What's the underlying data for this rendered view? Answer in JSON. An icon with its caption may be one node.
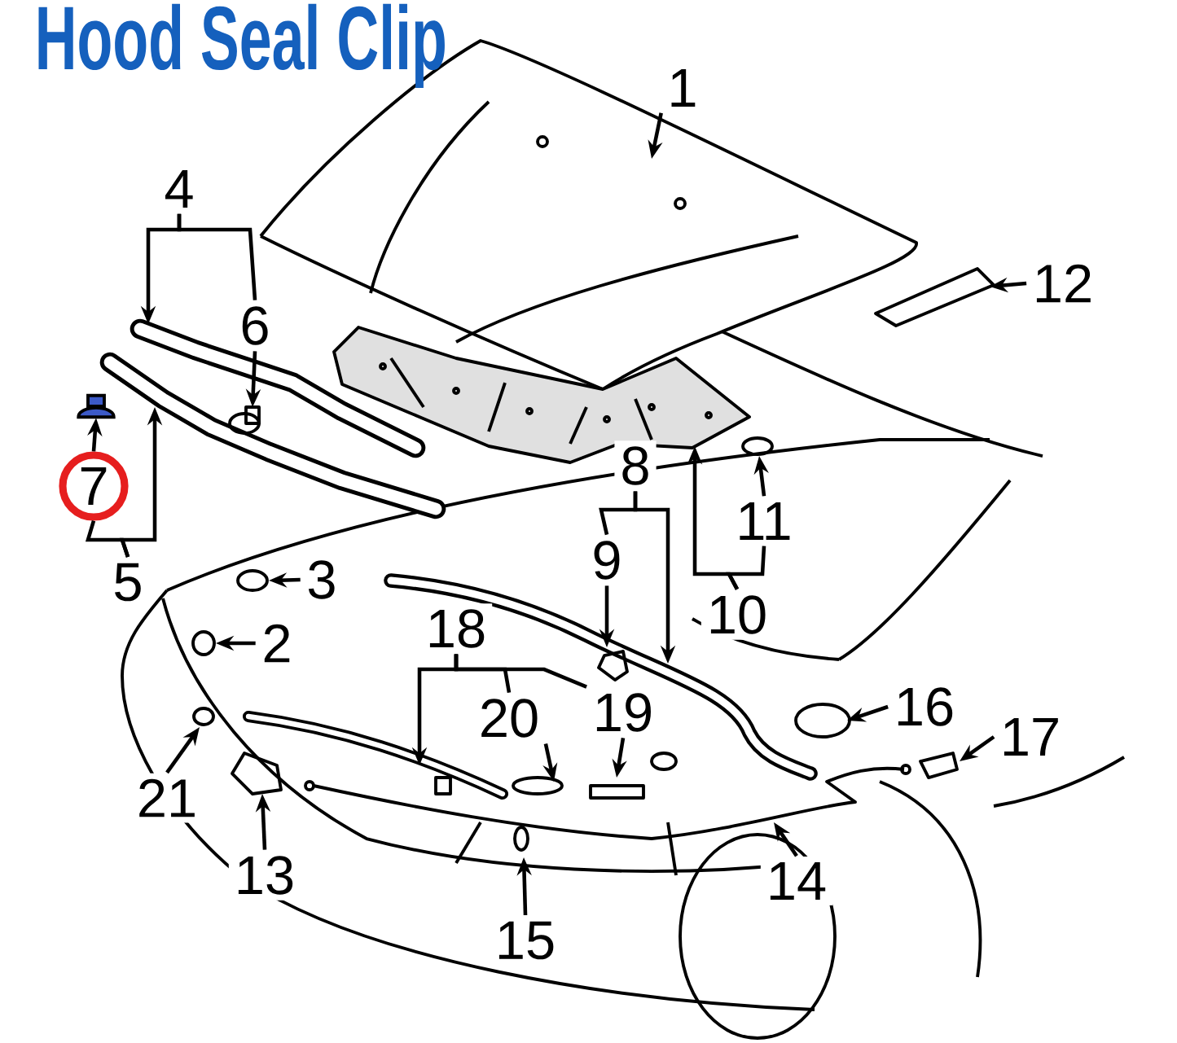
{
  "diagram": {
    "title": "Hood Seal Clip",
    "nodes": [
      {
        "text": [
          "1"
        ]
      },
      {
        "text": [
          "4"
        ]
      },
      {
        "text": [
          "12"
        ]
      },
      {
        "text": [
          "6"
        ]
      },
      {
        "text": [
          "8"
        ]
      },
      {
        "text": [
          "7"
        ]
      },
      {
        "text": [
          "11"
        ]
      },
      {
        "text": [
          "9"
        ]
      },
      {
        "text": [
          "3"
        ]
      },
      {
        "text": [
          "5"
        ]
      },
      {
        "text": [
          "10"
        ]
      },
      {
        "text": [
          "18"
        ]
      },
      {
        "text": [
          "2"
        ]
      },
      {
        "text": [
          "16"
        ]
      },
      {
        "text": [
          "19"
        ]
      },
      {
        "text": [
          "20"
        ]
      },
      {
        "text": [
          "17"
        ]
      },
      {
        "text": [
          "21"
        ]
      },
      {
        "text": [
          "13"
        ]
      },
      {
        "text": [
          "14"
        ]
      },
      {
        "text": [
          "15"
        ]
      },
      {
        "text": [],
        "shape": "picture"
      }
    ],
    "edges": [
      {
        "from": 0,
        "to": null,
        "arrow": "to"
      },
      {
        "from": 1,
        "to": null,
        "arrow": "to"
      },
      {
        "from": 1,
        "to": 3,
        "arrow": "none"
      },
      {
        "from": 2,
        "to": null,
        "arrow": "to"
      },
      {
        "from": 3,
        "to": null,
        "arrow": "to"
      },
      {
        "from": 4,
        "to": null,
        "arrow": "to"
      },
      {
        "from": 4,
        "to": 7,
        "arrow": "none"
      },
      {
        "from": 5,
        "to": 21,
        "arrow": "to"
      },
      {
        "from": 6,
        "to": null,
        "arrow": "to"
      },
      {
        "from": 7,
        "to": null,
        "arrow": "to"
      },
      {
        "from": 8,
        "to": null,
        "arrow": "to"
      },
      {
        "from": 9,
        "to": null,
        "arrow": "to"
      },
      {
        "from": 9,
        "to": 5,
        "arrow": "none"
      },
      {
        "from": 10,
        "to": null,
        "arrow": "to"
      },
      {
        "from": 10,
        "to": 6,
        "arrow": "none"
      },
      {
        "from": 11,
        "to": null,
        "arrow": "to"
      },
      {
        "from": 11,
        "to": 15,
        "arrow": "none"
      },
      {
        "from": 11,
        "to": 14,
        "arrow": "none"
      },
      {
        "from": 12,
        "to": null,
        "arrow": "to"
      },
      {
        "from": 13,
        "to": null,
        "arrow": "to"
      },
      {
        "from": 14,
        "to": null,
        "arrow": "to"
      },
      {
        "from": 15,
        "to": null,
        "arrow": "to"
      },
      {
        "from": 16,
        "to": null,
        "arrow": "to"
      },
      {
        "from": 17,
        "to": null,
        "arrow": "to"
      },
      {
        "from": 18,
        "to": null,
        "arrow": "to"
      },
      {
        "from": 19,
        "to": null,
        "arrow": "to"
      },
      {
        "from": 20,
        "to": null,
        "arrow": "to"
      }
    ]
  }
}
